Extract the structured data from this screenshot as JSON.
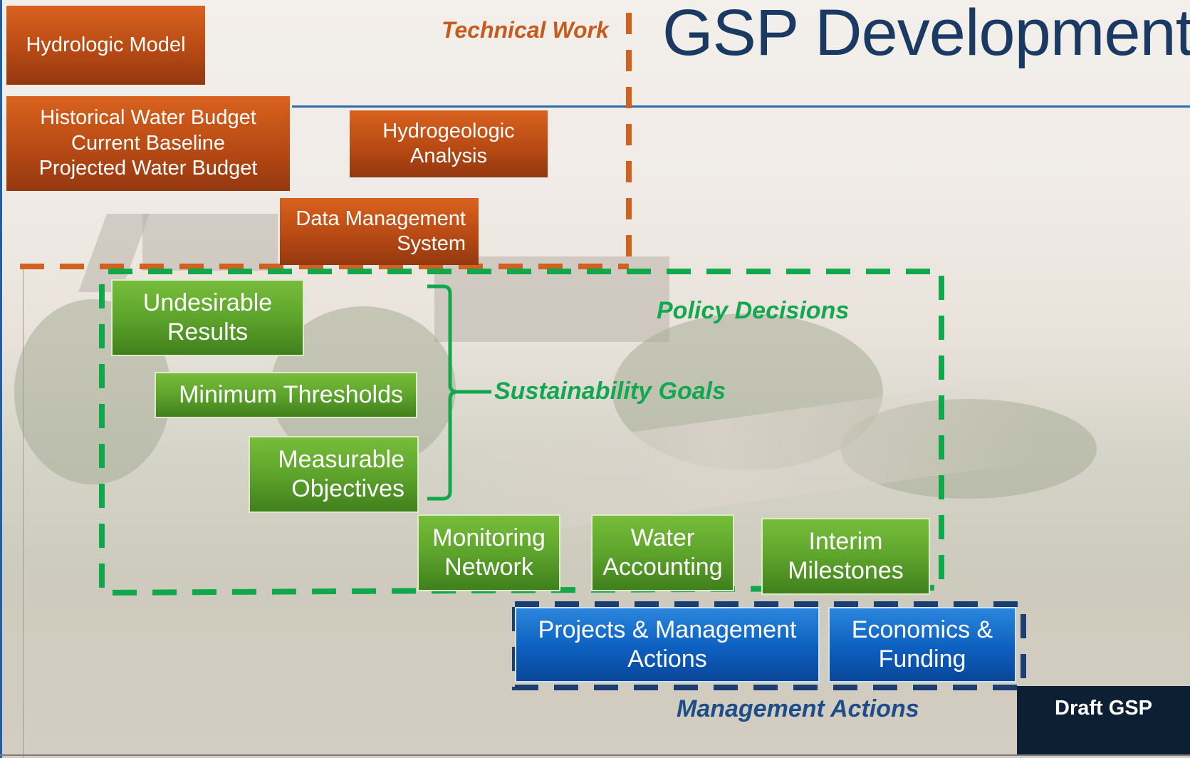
{
  "title": "GSP Development",
  "labels": {
    "technical_work": "Technical Work",
    "policy_decisions": "Policy Decisions",
    "sustainability_goals": "Sustainability Goals",
    "management_actions": "Management Actions"
  },
  "technical": {
    "hydrologic_model": "Hydrologic Model",
    "water_budget": [
      "Historical Water Budget",
      "Current Baseline",
      "Projected Water Budget"
    ],
    "hydrogeologic": [
      "Hydrogeologic",
      "Analysis"
    ],
    "data_management": [
      "Data Management",
      "System"
    ]
  },
  "policy": {
    "undesirable_results": [
      "Undesirable",
      "Results"
    ],
    "minimum_thresholds": "Minimum Thresholds",
    "measurable_objectives": [
      "Measurable",
      "Objectives"
    ],
    "monitoring_network": [
      "Monitoring",
      "Network"
    ],
    "water_accounting": [
      "Water",
      "Accounting"
    ],
    "interim_milestones": [
      "Interim",
      "Milestones"
    ]
  },
  "management": {
    "projects_actions": [
      "Projects & Management",
      "Actions"
    ],
    "economics_funding": [
      "Economics &",
      "Funding"
    ]
  },
  "draft_gsp": "Draft GSP",
  "colors": {
    "technical": "#c75a1d",
    "policy": "#13a84f",
    "management": "#1d4e8a",
    "title": "#1b3a63"
  }
}
